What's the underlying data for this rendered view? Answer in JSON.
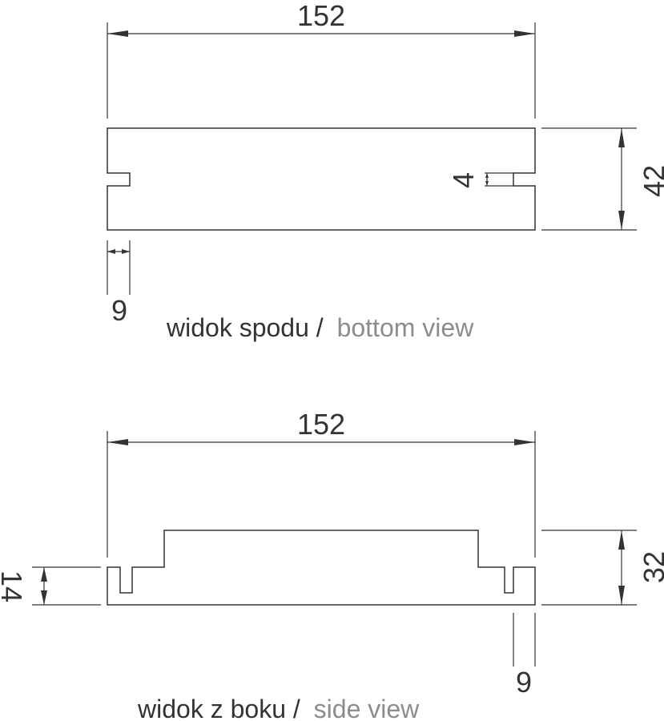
{
  "bottom_view": {
    "width_dim": "152",
    "height_dim": "42",
    "slot_width_dim": "4",
    "offset_dim": "9",
    "caption_pl": "widok spodu /",
    "caption_en": "bottom view"
  },
  "side_view": {
    "width_dim": "152",
    "height_dim": "32",
    "step_height_dim": "14",
    "offset_dim": "9",
    "caption_pl": "widok z boku /",
    "caption_en": "side view"
  },
  "colors": {
    "line": "#333333",
    "caption_en": "#8c8c8c",
    "background": "#ffffff"
  }
}
